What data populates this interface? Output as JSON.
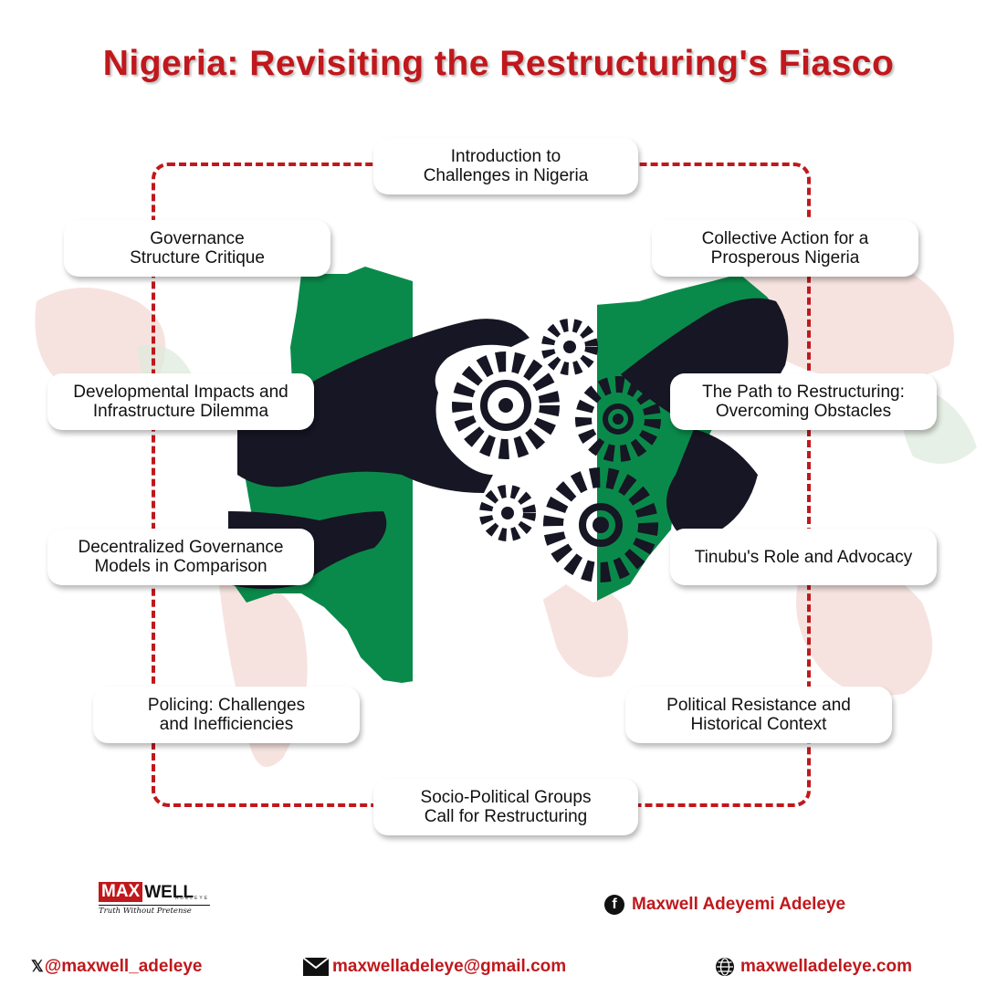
{
  "title": "Nigeria: Revisiting the Restructuring's Fiasco",
  "topics": {
    "intro": "Introduction to\nChallenges in Nigeria",
    "governance": "Governance\nStructure Critique",
    "collective": "Collective Action for a\nProsperous Nigeria",
    "developmental": "Developmental Impacts and\nInfrastructure Dilemma",
    "path": "The Path to Restructuring:\nOvercoming Obstacles",
    "decentralized": "Decentralized Governance\nModels in Comparison",
    "tinubu": "Tinubu's Role and Advocacy",
    "policing": "Policing: Challenges\nand Inefficiencies",
    "political": "Political Resistance and\nHistorical Context",
    "socio": "Socio-Political Groups\nCall for Restructuring"
  },
  "logo": {
    "max": "MAX",
    "well": "WELL",
    "sub": "ADELEYE",
    "tagline": "Truth Without Pretense"
  },
  "facebook": {
    "icon": "facebook-icon",
    "name": "Maxwell Adeyemi Adeleye"
  },
  "footer": {
    "x_icon": "x-icon",
    "x_symbol": "𝕏",
    "twitter": "@maxwell_adeleye",
    "mail_icon": "mail-icon",
    "email": "maxwelladeleye@gmail.com",
    "globe_icon": "globe-icon",
    "website": "maxwelladeleye.com"
  },
  "colors": {
    "red": "#c0181c",
    "green": "#0a8a4a",
    "white": "#ffffff"
  }
}
